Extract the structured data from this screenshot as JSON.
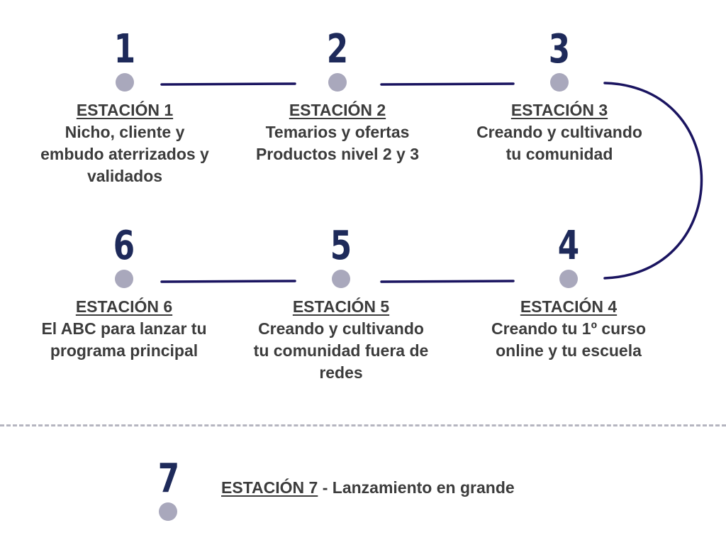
{
  "colors": {
    "number": "#1e2a5a",
    "dot": "#a9a8bc",
    "text": "#3c3c3c",
    "connector": "#1a1460",
    "divider": "#b5b5c0"
  },
  "stations": [
    {
      "number": "1",
      "title": "ESTACIÓN 1",
      "lines": [
        "Nicho, cliente y",
        "embudo aterrizados y",
        "validados"
      ]
    },
    {
      "number": "2",
      "title": "ESTACIÓN 2",
      "lines": [
        "Temarios y ofertas",
        "Productos nivel 2 y 3"
      ]
    },
    {
      "number": "3",
      "title": "ESTACIÓN 3",
      "lines": [
        "Creando y cultivando",
        "tu comunidad"
      ]
    },
    {
      "number": "4",
      "title": "ESTACIÓN 4",
      "lines": [
        "Creando tu 1º curso",
        "online y tu escuela"
      ]
    },
    {
      "number": "5",
      "title": "ESTACIÓN 5",
      "lines": [
        "Creando y cultivando",
        "tu comunidad fuera de",
        "redes"
      ]
    },
    {
      "number": "6",
      "title": "ESTACIÓN 6",
      "lines": [
        "El ABC para lanzar tu",
        "programa principal"
      ]
    }
  ],
  "final_station": {
    "number": "7",
    "title": "ESTACIÓN 7",
    "separator": " - ",
    "subtitle": "Lanzamiento en grande"
  }
}
